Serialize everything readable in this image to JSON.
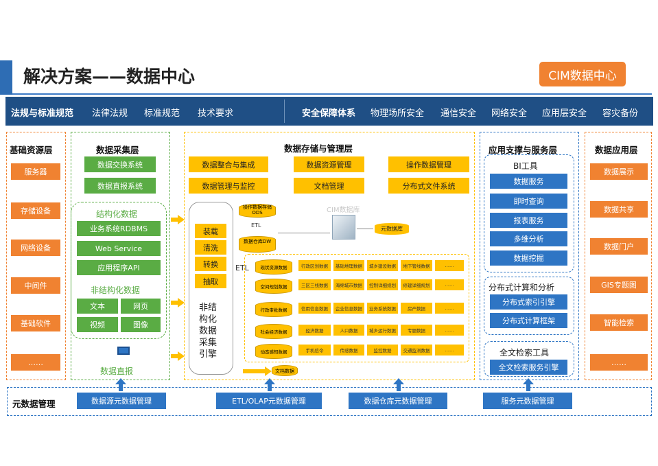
{
  "title": "解决方案——数据中心",
  "badge": "CIM数据中心",
  "band": {
    "left_title": "法规与标准规范",
    "left_items": [
      "法律法规",
      "标准规范",
      "技术要求"
    ],
    "right_title": "安全保障体系",
    "right_items": [
      "物理场所安全",
      "通信安全",
      "网络安全",
      "应用层安全",
      "容灾备份"
    ]
  },
  "foundation": {
    "title": "基础资源层",
    "items": [
      "服务器",
      "存储设备",
      "网络设备",
      "中间件",
      "基础软件",
      "……"
    ]
  },
  "collection": {
    "title": "数据采集层",
    "top": [
      "数据交换系统",
      "数据直报系统"
    ],
    "structured_title": "结构化数据",
    "structured": [
      "业务系统RDBMS",
      "Web Service",
      "应用程序API"
    ],
    "unstructured_title": "非结构化数据",
    "unstructured": [
      "文本",
      "网页",
      "视频",
      "图像"
    ],
    "direct": "数据直报"
  },
  "storage": {
    "title": "数据存储与管理层",
    "row1": [
      "数据整合与集成",
      "数据资源管理",
      "操作数据管理"
    ],
    "row2": [
      "数据管理与监控",
      "文档管理",
      "分布式文件系统"
    ],
    "etl_steps": [
      "装载",
      "清洗",
      "转换",
      "抽取"
    ],
    "unstructured_engine": "非结构化数据采集引擎",
    "ods": "操作数据存储ODS",
    "etl_small": "ETL",
    "dw": "数据仓库DW",
    "etl_label": "ETL",
    "cim_db": "CIM数据库",
    "meta_db": "元数据库",
    "themes": [
      [
        "现状资源数据",
        "行政区划数据",
        "基础地理数据",
        "城乡建设数据",
        "地下管线数据",
        "……"
      ],
      [
        "空间规划数据",
        "三区三线数据",
        "海绵城市数据",
        "控制详细规划",
        "修建详细规划",
        "……"
      ],
      [
        "行政审批数据",
        "信用信息数据",
        "企业信息数据",
        "业务系统数据",
        "房产数据",
        "……"
      ],
      [
        "社会经济数据",
        "经济数据",
        "人口数据",
        "城乡运行数据",
        "专题数据",
        "……"
      ],
      [
        "动态感知数据",
        "手机信令",
        "传感数据",
        "监控数据",
        "交通监测数据",
        "……"
      ]
    ],
    "docs": "文档数据"
  },
  "support": {
    "title": "应用支撑与服务层",
    "bi_title": "BI工具",
    "bi": [
      "数据服务",
      "即时查询",
      "报表服务",
      "多维分析",
      "数据挖掘"
    ],
    "dist_title": "分布式计算和分析",
    "dist": [
      "分布式索引引擎",
      "分布式计算框架"
    ],
    "search_title": "全文检索工具",
    "search": [
      "全文检索服务引擎"
    ]
  },
  "apps": {
    "title": "数据应用层",
    "items": [
      "数据展示",
      "数据共享",
      "数据门户",
      "GIS专题图",
      "智能检索",
      "……"
    ]
  },
  "meta": {
    "title": "元数据管理",
    "items": [
      "数据源元数据管理",
      "ETL/OLAP元数据管理",
      "数据仓库元数据管理",
      "服务元数据管理"
    ]
  },
  "colors": {
    "blue": "#2e75c4",
    "navy": "#1f4f85",
    "orange": "#f08231",
    "green": "#5aac44",
    "yellow": "#ffc000"
  }
}
